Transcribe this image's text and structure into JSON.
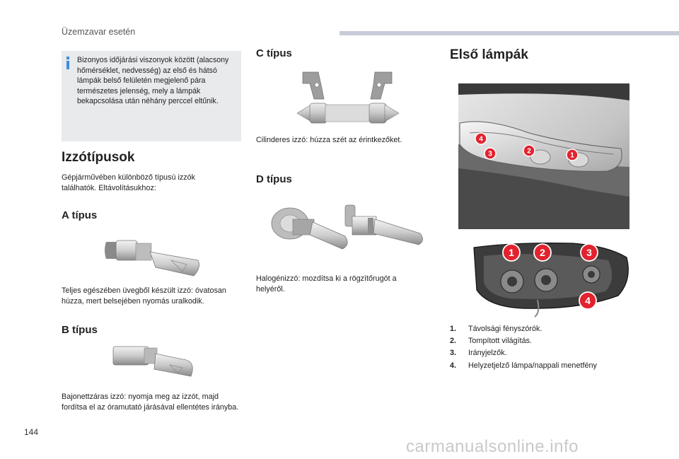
{
  "header": {
    "title": "Üzemzavar esetén",
    "page_number": "144"
  },
  "watermark": "carmanualsonline.info",
  "info_box": {
    "icon": "info-icon",
    "text": "Bizonyos időjárási viszonyok között (alacsony hőmérséklet, nedvesség) az első és hátsó lámpák belső felületén megjelenő pára természetes jelenség, mely a lámpák bekapcsolása után néhány perccel eltűnik."
  },
  "bulb_types": {
    "title": "Izzótípusok",
    "intro": "Gépjárművében különböző típusú izzók találhatók. Eltávolításukhoz:"
  },
  "type_a": {
    "title": "A típus",
    "text": "Teljes egészében üvegből készült izzó: óvatosan húzza, mert belsejében nyomás uralkodik."
  },
  "type_b": {
    "title": "B típus",
    "text": "Bajonettzáras izzó: nyomja meg az izzót, majd fordítsa el az óramutató járásával ellentétes irányba."
  },
  "type_c": {
    "title": "C típus",
    "text": "Cilinderes izzó: húzza szét az érintkezőket."
  },
  "type_d": {
    "title": "D típus",
    "text": "Halogénizzó: mozdítsa ki a rögzítőrugót a helyéről."
  },
  "front_lamps": {
    "title": "Első lámpák",
    "accent_color": "#e2232f",
    "markers_top": [
      "4",
      "3",
      "2",
      "1"
    ],
    "markers_bottom": [
      "1",
      "2",
      "3",
      "4"
    ],
    "legend": [
      {
        "num": "1.",
        "label": "Távolsági fényszórók."
      },
      {
        "num": "2.",
        "label": "Tompított világítás."
      },
      {
        "num": "3.",
        "label": "Irányjelzők."
      },
      {
        "num": "4.",
        "label": "Helyzetjelző lámpa/nappali menetfény"
      }
    ]
  }
}
